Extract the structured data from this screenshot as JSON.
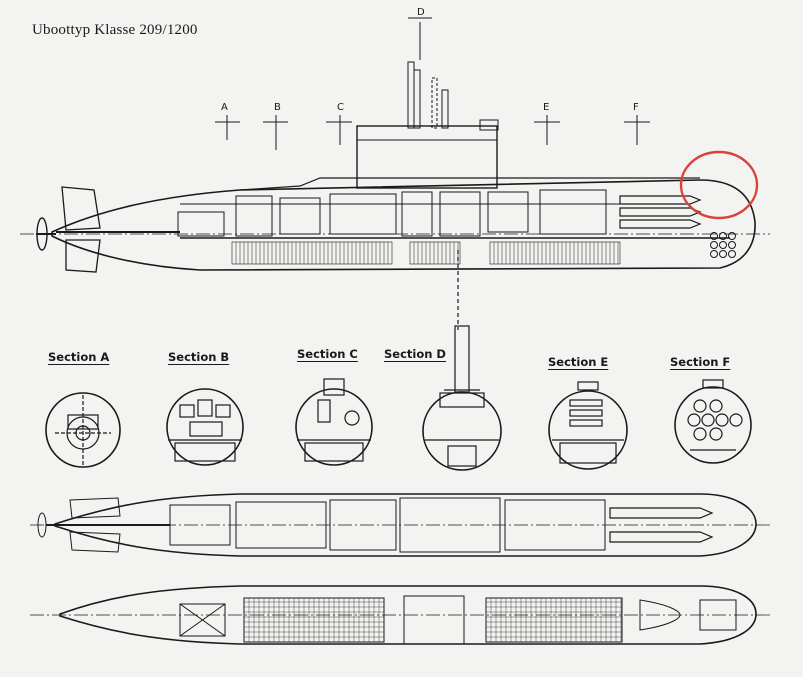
{
  "drawing": {
    "title": "Uboottyp Klasse 209/1200",
    "cut_markers": [
      "A",
      "B",
      "C",
      "D",
      "E",
      "F"
    ],
    "sections": [
      {
        "label": "Section A"
      },
      {
        "label": "Section B"
      },
      {
        "label": "Section C"
      },
      {
        "label": "Section D"
      },
      {
        "label": "Section E"
      },
      {
        "label": "Section F"
      }
    ],
    "highlight_color": "#d9433b",
    "line_color": "#1a1a1a",
    "paper_color": "#f3f3f1"
  }
}
